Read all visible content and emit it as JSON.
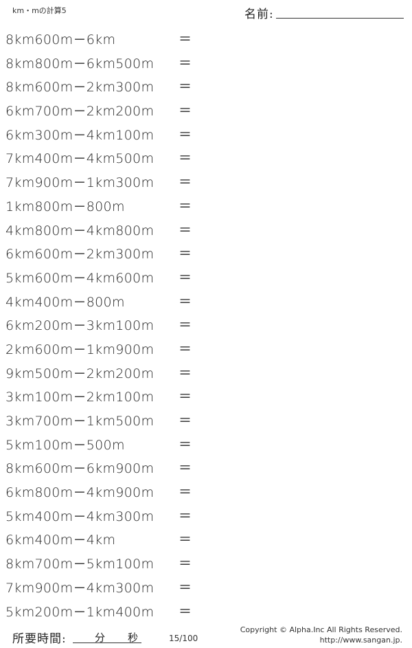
{
  "header": {
    "title": "km・mの計算5",
    "name_label": "名前:"
  },
  "problems": [
    {
      "expr": "8km600m－6km",
      "eq": "＝"
    },
    {
      "expr": "8km800m－6km500m",
      "eq": "＝"
    },
    {
      "expr": "8km600m－2km300m",
      "eq": "＝"
    },
    {
      "expr": "6km700m－2km200m",
      "eq": "＝"
    },
    {
      "expr": "6km300m－4km100m",
      "eq": "＝"
    },
    {
      "expr": "7km400m－4km500m",
      "eq": "＝"
    },
    {
      "expr": "7km900m－1km300m",
      "eq": "＝"
    },
    {
      "expr": "1km800m－800m",
      "eq": "＝"
    },
    {
      "expr": "4km800m－4km800m",
      "eq": "＝"
    },
    {
      "expr": "6km600m－2km300m",
      "eq": "＝"
    },
    {
      "expr": "5km600m－4km600m",
      "eq": "＝"
    },
    {
      "expr": "4km400m－800m",
      "eq": "＝"
    },
    {
      "expr": "6km200m－3km100m",
      "eq": "＝"
    },
    {
      "expr": "2km600m－1km900m",
      "eq": "＝"
    },
    {
      "expr": "9km500m－2km200m",
      "eq": "＝"
    },
    {
      "expr": "3km100m－2km100m",
      "eq": "＝"
    },
    {
      "expr": "3km700m－1km500m",
      "eq": "＝"
    },
    {
      "expr": "5km100m－500m",
      "eq": "＝"
    },
    {
      "expr": "8km600m－6km900m",
      "eq": "＝"
    },
    {
      "expr": "6km800m－4km900m",
      "eq": "＝"
    },
    {
      "expr": "5km400m－4km300m",
      "eq": "＝"
    },
    {
      "expr": "6km400m－4km",
      "eq": "＝"
    },
    {
      "expr": "8km700m－5km100m",
      "eq": "＝"
    },
    {
      "expr": "7km900m－4km300m",
      "eq": "＝"
    },
    {
      "expr": "5km200m－1km400m",
      "eq": "＝"
    }
  ],
  "footer": {
    "time_label": "所要時間:",
    "minutes_label": "分",
    "seconds_label": "秒",
    "page_number": "15/100",
    "copyright": "Copyright © Alpha.Inc All Rights Reserved.",
    "url": "http://www.sangan.jp."
  }
}
